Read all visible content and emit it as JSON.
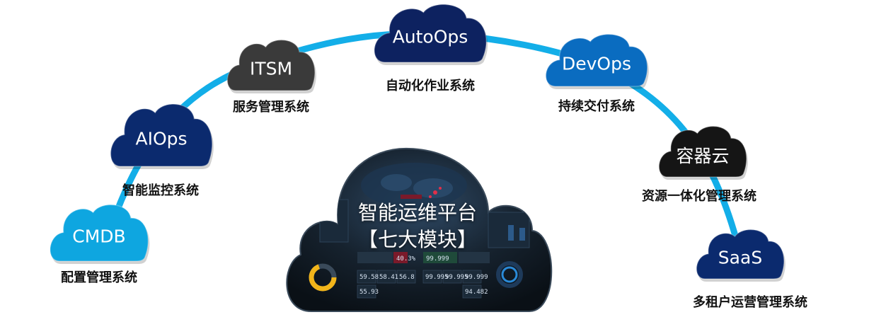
{
  "colors": {
    "arc": "#13aee8",
    "light_blue": "#0ea6e0",
    "mid_blue": "#0a6cc0",
    "navy": "#0b2a6e",
    "dark_navy": "#0d2260",
    "charcoal": "#3a3a3a",
    "black": "#151515"
  },
  "center": {
    "title_line1": "智能运维平台",
    "title_line2": "【七大模块】"
  },
  "modules": [
    {
      "id": "cmdb",
      "label": "CMDB",
      "caption": "配置管理系统",
      "color": "light_blue"
    },
    {
      "id": "aiops",
      "label": "AIOps",
      "caption": "智能监控系统",
      "color": "navy"
    },
    {
      "id": "itsm",
      "label": "ITSM",
      "caption": "服务管理系统",
      "color": "charcoal"
    },
    {
      "id": "autoops",
      "label": "AutoOps",
      "caption": "自动化作业系统",
      "color": "dark_navy"
    },
    {
      "id": "devops",
      "label": "DevOps",
      "caption": "持续交付系统",
      "color": "mid_blue"
    },
    {
      "id": "container",
      "label": "容器云",
      "caption": "资源一体化管理系统",
      "color": "black"
    },
    {
      "id": "saas",
      "label": "SaaS",
      "caption": "多租户运营管理系统",
      "color": "navy"
    }
  ],
  "dashboard": {
    "values": [
      "59.58",
      "58.41",
      "56.8",
      "99.995",
      "99.995",
      "99.999",
      "55.93",
      "94.482"
    ],
    "highlight": "99.999",
    "alert": "40.3%"
  }
}
